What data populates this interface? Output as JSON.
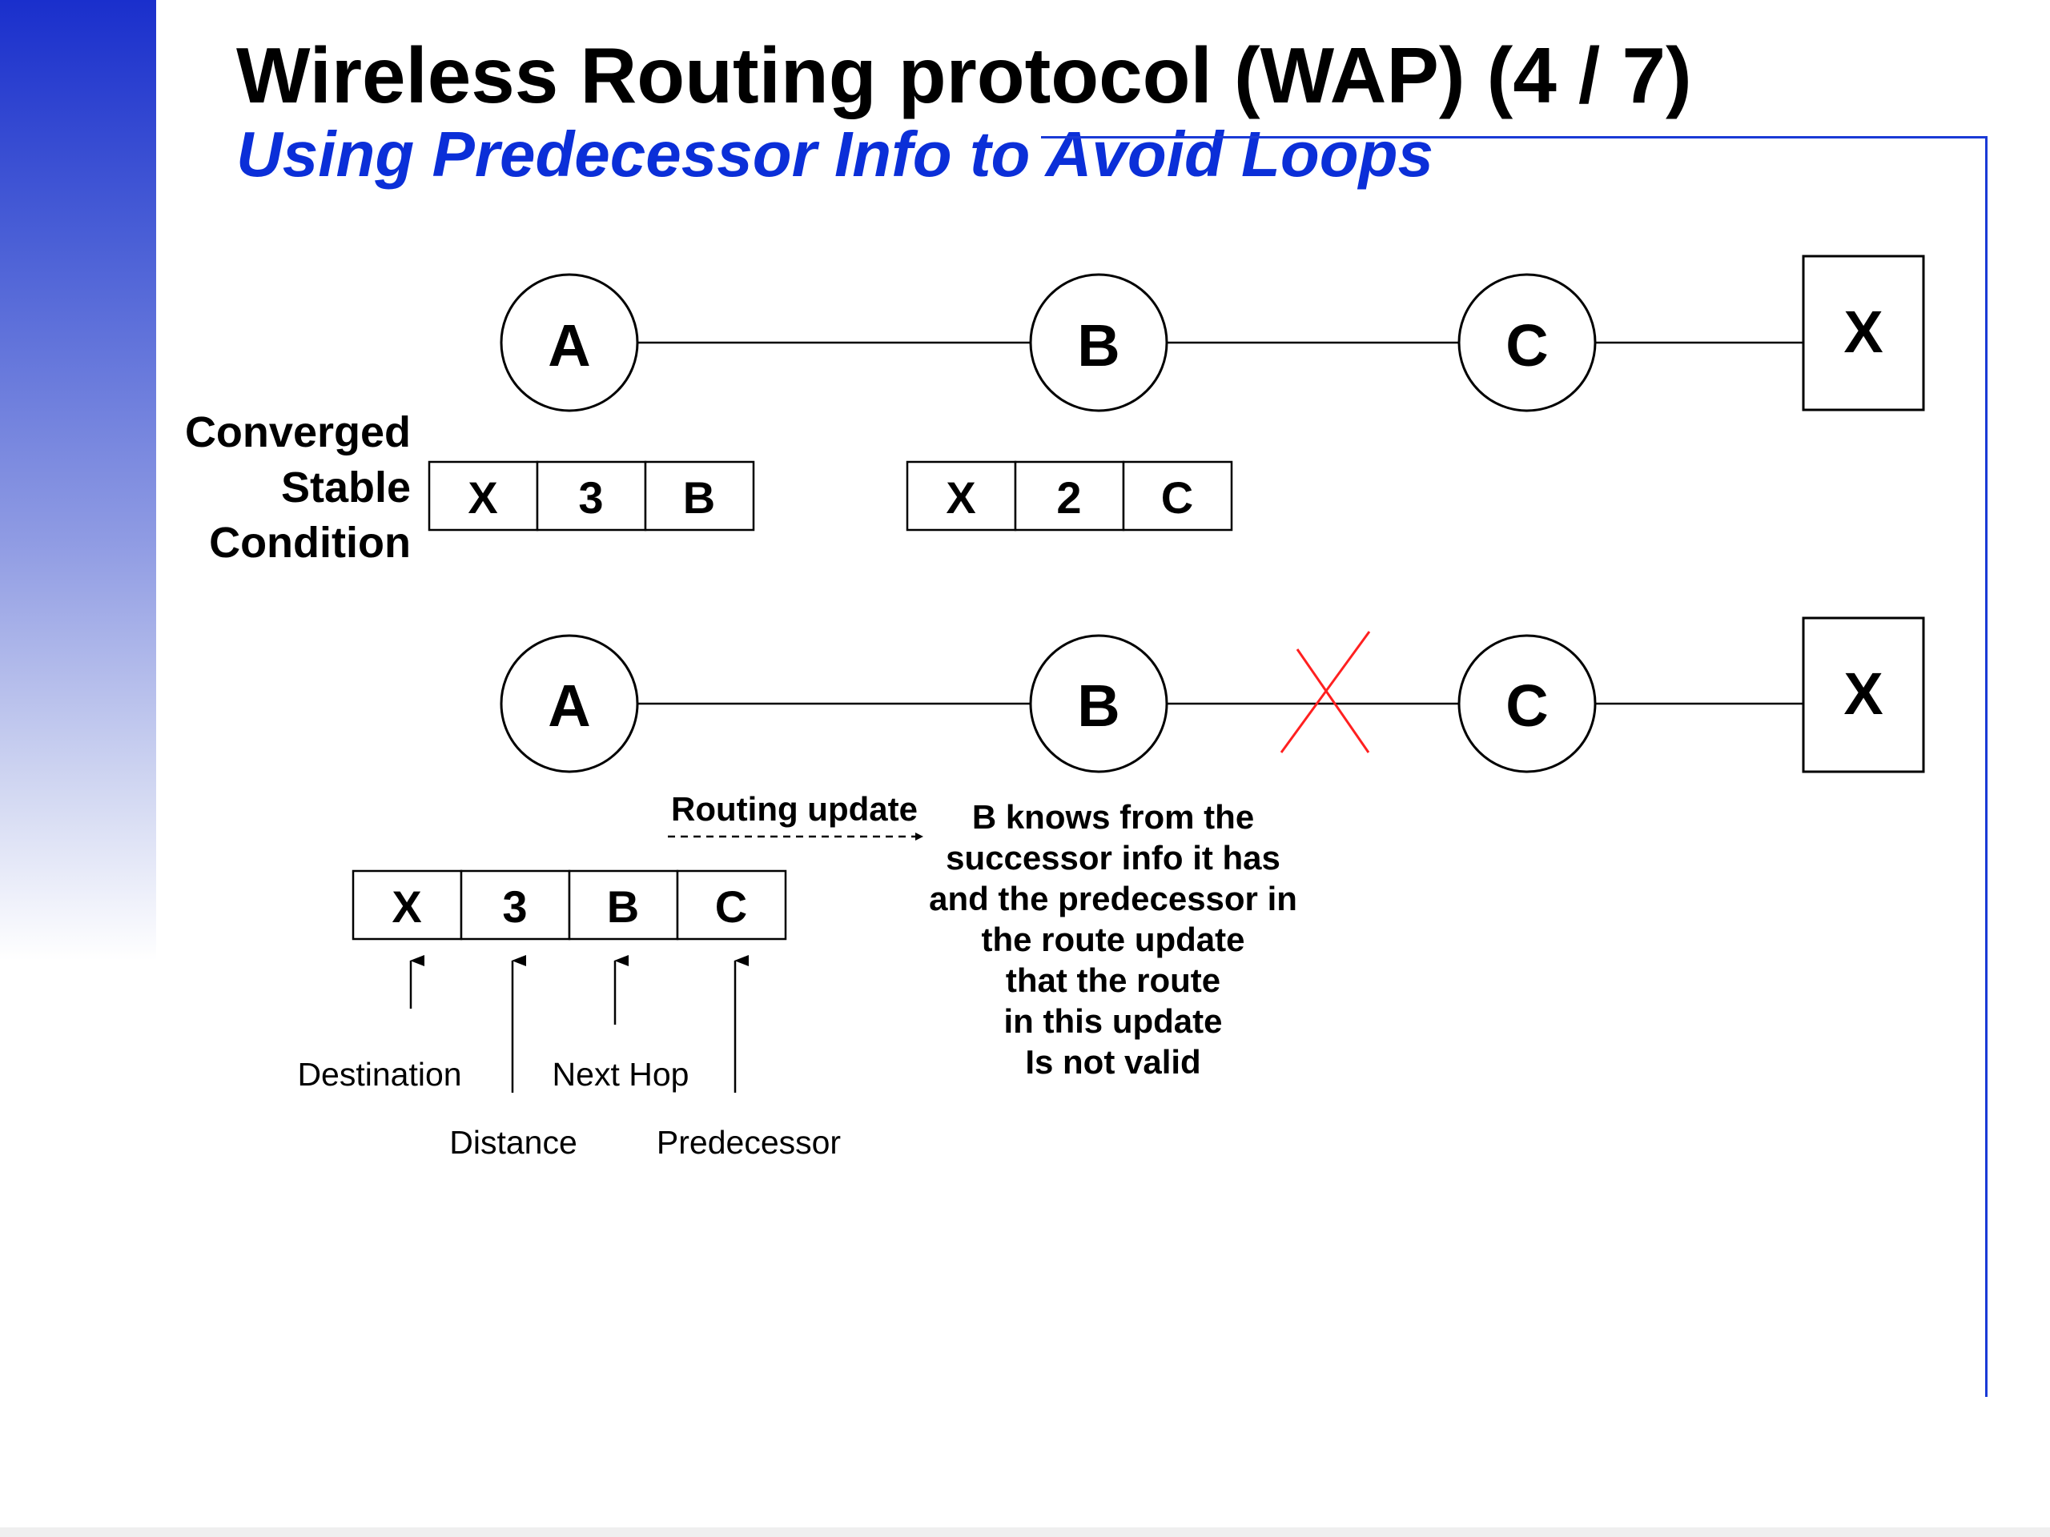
{
  "slide": {
    "title": "Wireless Routing protocol (WAP) (4 / 7)",
    "subtitle": "Using Predecessor Info to Avoid Loops"
  },
  "colors": {
    "sidebar_gradient_top": "#1a2fcc",
    "title_text": "#000000",
    "subtitle_text": "#0b2fd8",
    "frame_line": "#1a3ad6",
    "broken_link_mark": "#ff0000"
  },
  "diagram": {
    "top_row": {
      "nodes": [
        "A",
        "B",
        "C"
      ],
      "destination": "X"
    },
    "stable_label": [
      "Converged",
      "Stable",
      "Condition"
    ],
    "table_a": [
      "X",
      "3",
      "B"
    ],
    "table_b": [
      "X",
      "2",
      "C"
    ],
    "bottom_row": {
      "nodes": [
        "A",
        "B",
        "C"
      ],
      "destination": "X",
      "broken_link": "B-C"
    },
    "routing_update_label": "Routing update",
    "update_entry": [
      "X",
      "3",
      "B",
      "C"
    ],
    "field_labels": {
      "destination": "Destination",
      "distance": "Distance",
      "next_hop": "Next Hop",
      "predecessor": "Predecessor"
    },
    "explanation": [
      "B knows from the",
      "successor info it has",
      "and the predecessor in",
      "the route update",
      "that the route",
      "in this update",
      "Is not valid"
    ]
  }
}
